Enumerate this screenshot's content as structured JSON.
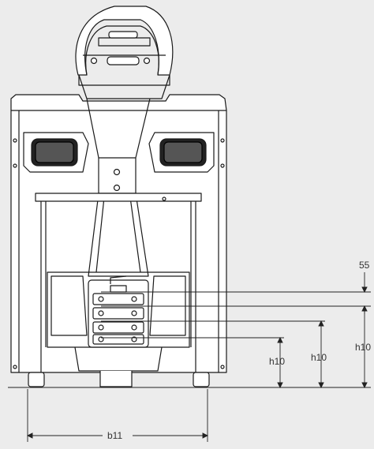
{
  "diagram": {
    "type": "technical-drawing-front-view",
    "colors": {
      "background": "#ececec",
      "line": "#1a1a1a",
      "fill": "#ffffff",
      "dimension": "#222222"
    },
    "dimensions": {
      "top_offset": "55",
      "height_low": "h10",
      "height_mid": "h10",
      "height_high": "h10",
      "width": "b11"
    }
  }
}
